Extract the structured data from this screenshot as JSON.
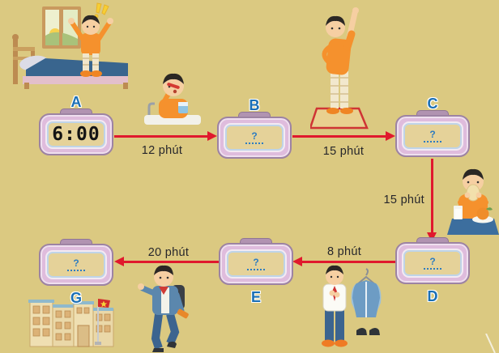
{
  "scene": {
    "background_color": "#dbc981",
    "arrow_color": "#e0192d",
    "label_color": "#1a6fb5",
    "clock_frame_color": "#dfbcdd",
    "clock_face_color": "#e5d299"
  },
  "clocks": [
    {
      "id": "A",
      "label": "A",
      "time": "6:00",
      "label_position": "above"
    },
    {
      "id": "B",
      "label": "B",
      "time": "?",
      "label_position": "above"
    },
    {
      "id": "C",
      "label": "C",
      "time": "?",
      "label_position": "above"
    },
    {
      "id": "D",
      "label": "D",
      "time": "?",
      "label_position": "below"
    },
    {
      "id": "E",
      "label": "E",
      "time": "?",
      "label_position": "below"
    },
    {
      "id": "G",
      "label": "G",
      "time": "?",
      "label_position": "below"
    }
  ],
  "steps": [
    {
      "from": "A",
      "to": "B",
      "duration": "12 phút"
    },
    {
      "from": "B",
      "to": "C",
      "duration": "15 phút"
    },
    {
      "from": "C",
      "to": "D",
      "duration": "15 phút"
    },
    {
      "from": "D",
      "to": "E",
      "duration": "8 phút"
    },
    {
      "from": "E",
      "to": "G",
      "duration": "20 phút"
    }
  ],
  "illustrations": [
    {
      "name": "boy-waking-up-in-bed"
    },
    {
      "name": "boy-brushing-teeth"
    },
    {
      "name": "boy-doing-morning-exercise"
    },
    {
      "name": "boy-eating-breakfast"
    },
    {
      "name": "boy-getting-dressed"
    },
    {
      "name": "boy-walking-to-school"
    },
    {
      "name": "school-building-with-vietnam-flag"
    }
  ]
}
